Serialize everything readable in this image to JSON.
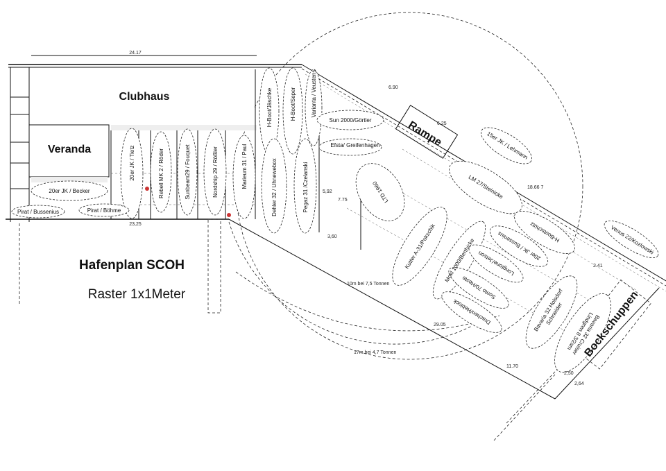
{
  "title": "Hafenplan SCOH",
  "subtitle": "Raster 1x1Meter",
  "areas": {
    "clubhaus": "Clubhaus",
    "veranda": "Veranda",
    "rampe": "Rampe",
    "bockschuppen": "Bockschuppen"
  },
  "dimensions": {
    "top_width": "24.17",
    "bottom_width": "23,25",
    "d_690": "6.90",
    "d_625": "6.25",
    "d_1866": "18.66 7",
    "d_592": "5,92",
    "d_775": "7.75",
    "d_360": "3,60",
    "d_241": "2.41",
    "d_2905": "29.05",
    "d_1170": "11.70",
    "d_250": "2,50",
    "d_264": "2,64",
    "crane_inner": "10m bei 7,5 Tonnen",
    "crane_outer": "17m bei 4,7 Tonnen"
  },
  "boats": {
    "becker": "20er JK / Becker",
    "bussenius_pirat": "Pirat / Bussenius",
    "boehme": "Pirat / Böhme",
    "tietz": "20er JK / Tietz",
    "roeder": "Rebell MK 2 / Röder",
    "fouquet": "Sunbeam29 / Fouquet",
    "roessler": "Nordship 29 / Rößler",
    "paul": "Marieum 31 / Paul",
    "jaeschke": "H-Boot/Jäschke",
    "seper": "H-Boot/Seper",
    "veustens": "Varianta / Veustens",
    "dehler": "Dehler 32 / Uhnewebox",
    "pegaz": "Pegaz 31 /Czelanski",
    "sun2000": "Sun 2000/Görtler",
    "greifenhagen": "Efsta/ Greifenhagen",
    "lehmann": "15er JK / Lehmann",
    "ltd": "LTD 1960",
    "steinicke": "LM 27/Steinicke",
    "pokschik": "Kutter A-31/Pokschik",
    "mokl": "Mokl 1000/Berthicke",
    "hboot_schuetz": "H-Bootschütz",
    "bussenius_jk": "20er JK / Bussenius",
    "longtone": "Longtone/Jetson",
    "sonto": "Sonto 70/Heste",
    "drachen": "Drachen/Heblock",
    "bavaria_holsdorf": "Bavaria 32 Holsdorf",
    "bavaria_holsdorf2": "Schneider",
    "bavaria_cruiser": "Bavaria 32 Cruiser",
    "bavaria_cruiser2": "Lindgren 8 3/2am",
    "venus": "Venus 22/Kozlowski"
  }
}
